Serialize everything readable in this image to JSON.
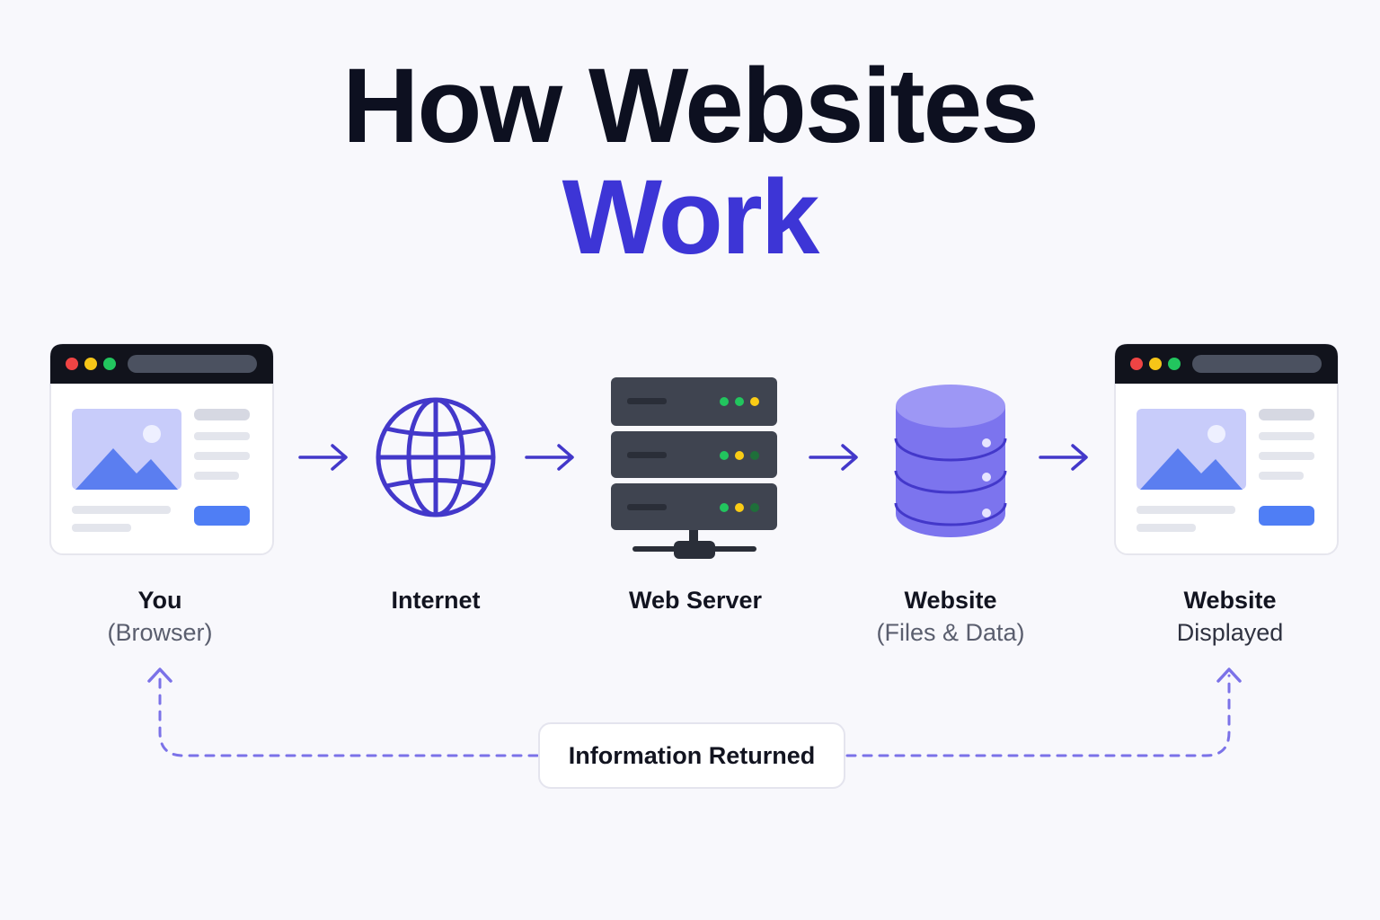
{
  "title": {
    "line1": "How Websites",
    "line2": "Work"
  },
  "nodes": [
    {
      "id": "browser",
      "label": "You",
      "sublabel": "(Browser)",
      "icon": "browser-window-icon"
    },
    {
      "id": "internet",
      "label": "Internet",
      "icon": "globe-icon"
    },
    {
      "id": "server",
      "label": "Web Server",
      "icon": "server-rack-icon"
    },
    {
      "id": "website",
      "label": "Website",
      "sublabel": "(Files & Data)",
      "icon": "database-icon"
    },
    {
      "id": "displayed",
      "label": "Website",
      "sublabel": "Displayed",
      "icon": "browser-window-icon"
    }
  ],
  "flow": [
    "browser",
    "internet",
    "server",
    "website",
    "displayed"
  ],
  "return_flow": {
    "label": "Information Returned",
    "from": "displayed",
    "to": "browser"
  },
  "colors": {
    "accent": "#3d35d6",
    "title": "#0d1020",
    "arrow": "#4338ca",
    "dashed": "#7b72e8",
    "server": "#3f4450",
    "database": "#7c74ee",
    "image_placeholder": "#c8ccfa",
    "mountain": "#5b7ef0",
    "button": "#4f7ef5"
  }
}
